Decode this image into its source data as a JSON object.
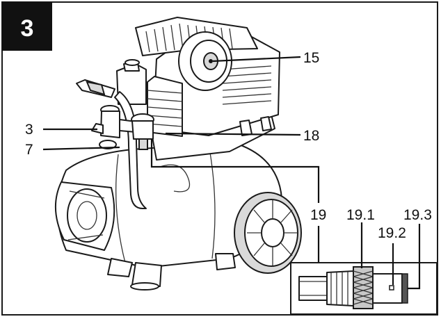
{
  "figure": {
    "number": "3",
    "callouts": {
      "c3": "3",
      "c7": "7",
      "c15": "15",
      "c18": "18",
      "c19": "19",
      "c19_1": "19.1",
      "c19_2": "19.2",
      "c19_3": "19.3"
    }
  }
}
